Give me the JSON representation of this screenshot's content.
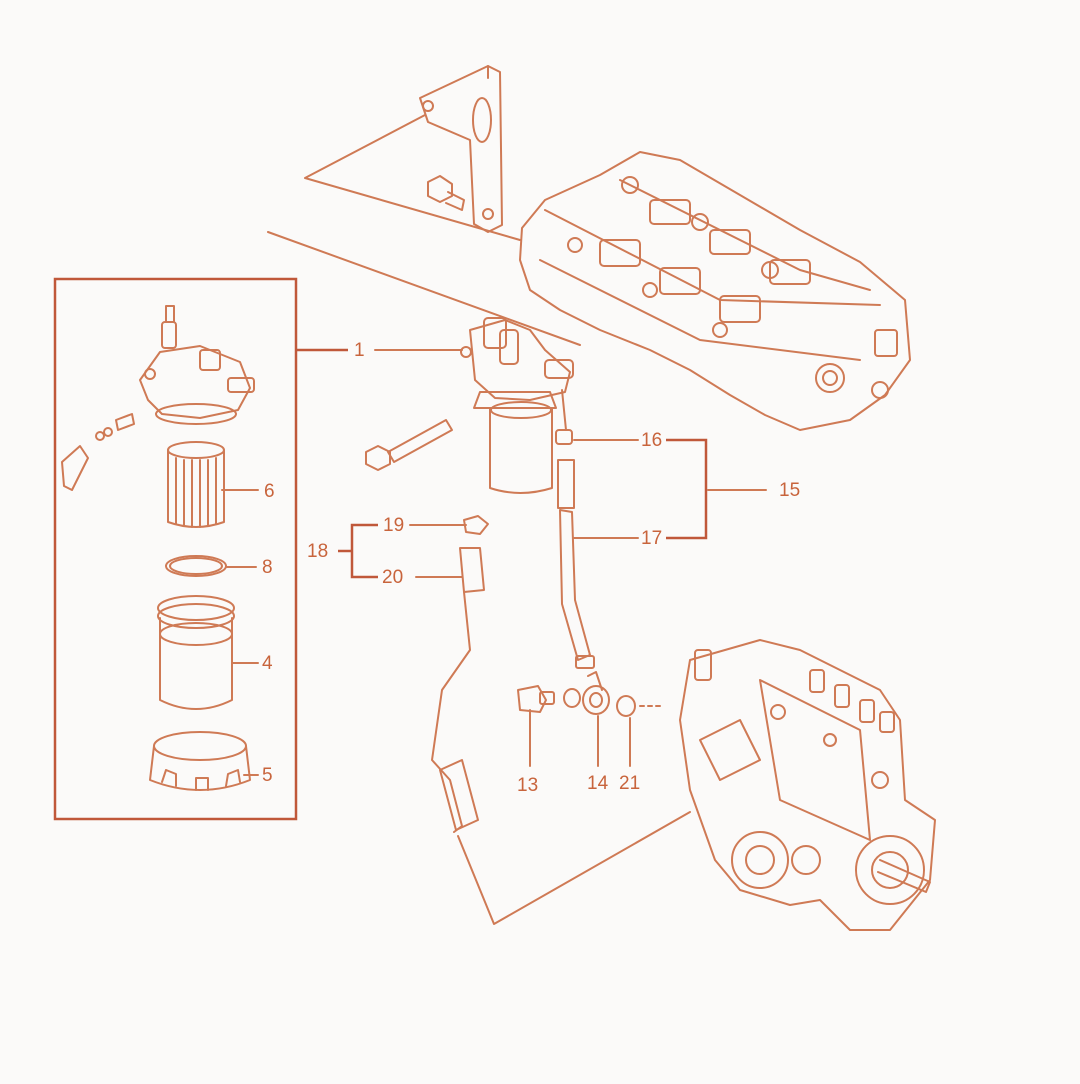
{
  "colors": {
    "line": "#cf7a55",
    "text": "#c8643c",
    "box": "#b85a3a",
    "bracket": "#c0583a",
    "background": "#fbfaf9"
  },
  "callouts": {
    "c1": "1",
    "c4": "4",
    "c5": "5",
    "c6": "6",
    "c8": "8",
    "c13": "13",
    "c14": "14",
    "c15": "15",
    "c16": "16",
    "c17": "17",
    "c18": "18",
    "c19": "19",
    "c20": "20",
    "c21": "21"
  },
  "parts": [
    "engine-bracket",
    "mounting-bolt",
    "cylinder-head",
    "fuel-filter-assembly",
    "banjo-bolt",
    "fuel-filter-cup",
    "fuel-hose",
    "hose-clamp",
    "hose-sleeve",
    "banjo-fitting",
    "plug-bolt",
    "gasket",
    "washer",
    "fuel-injection-pump",
    "filter-head",
    "filter-element",
    "o-ring",
    "filter-bowl",
    "retaining-ring"
  ]
}
